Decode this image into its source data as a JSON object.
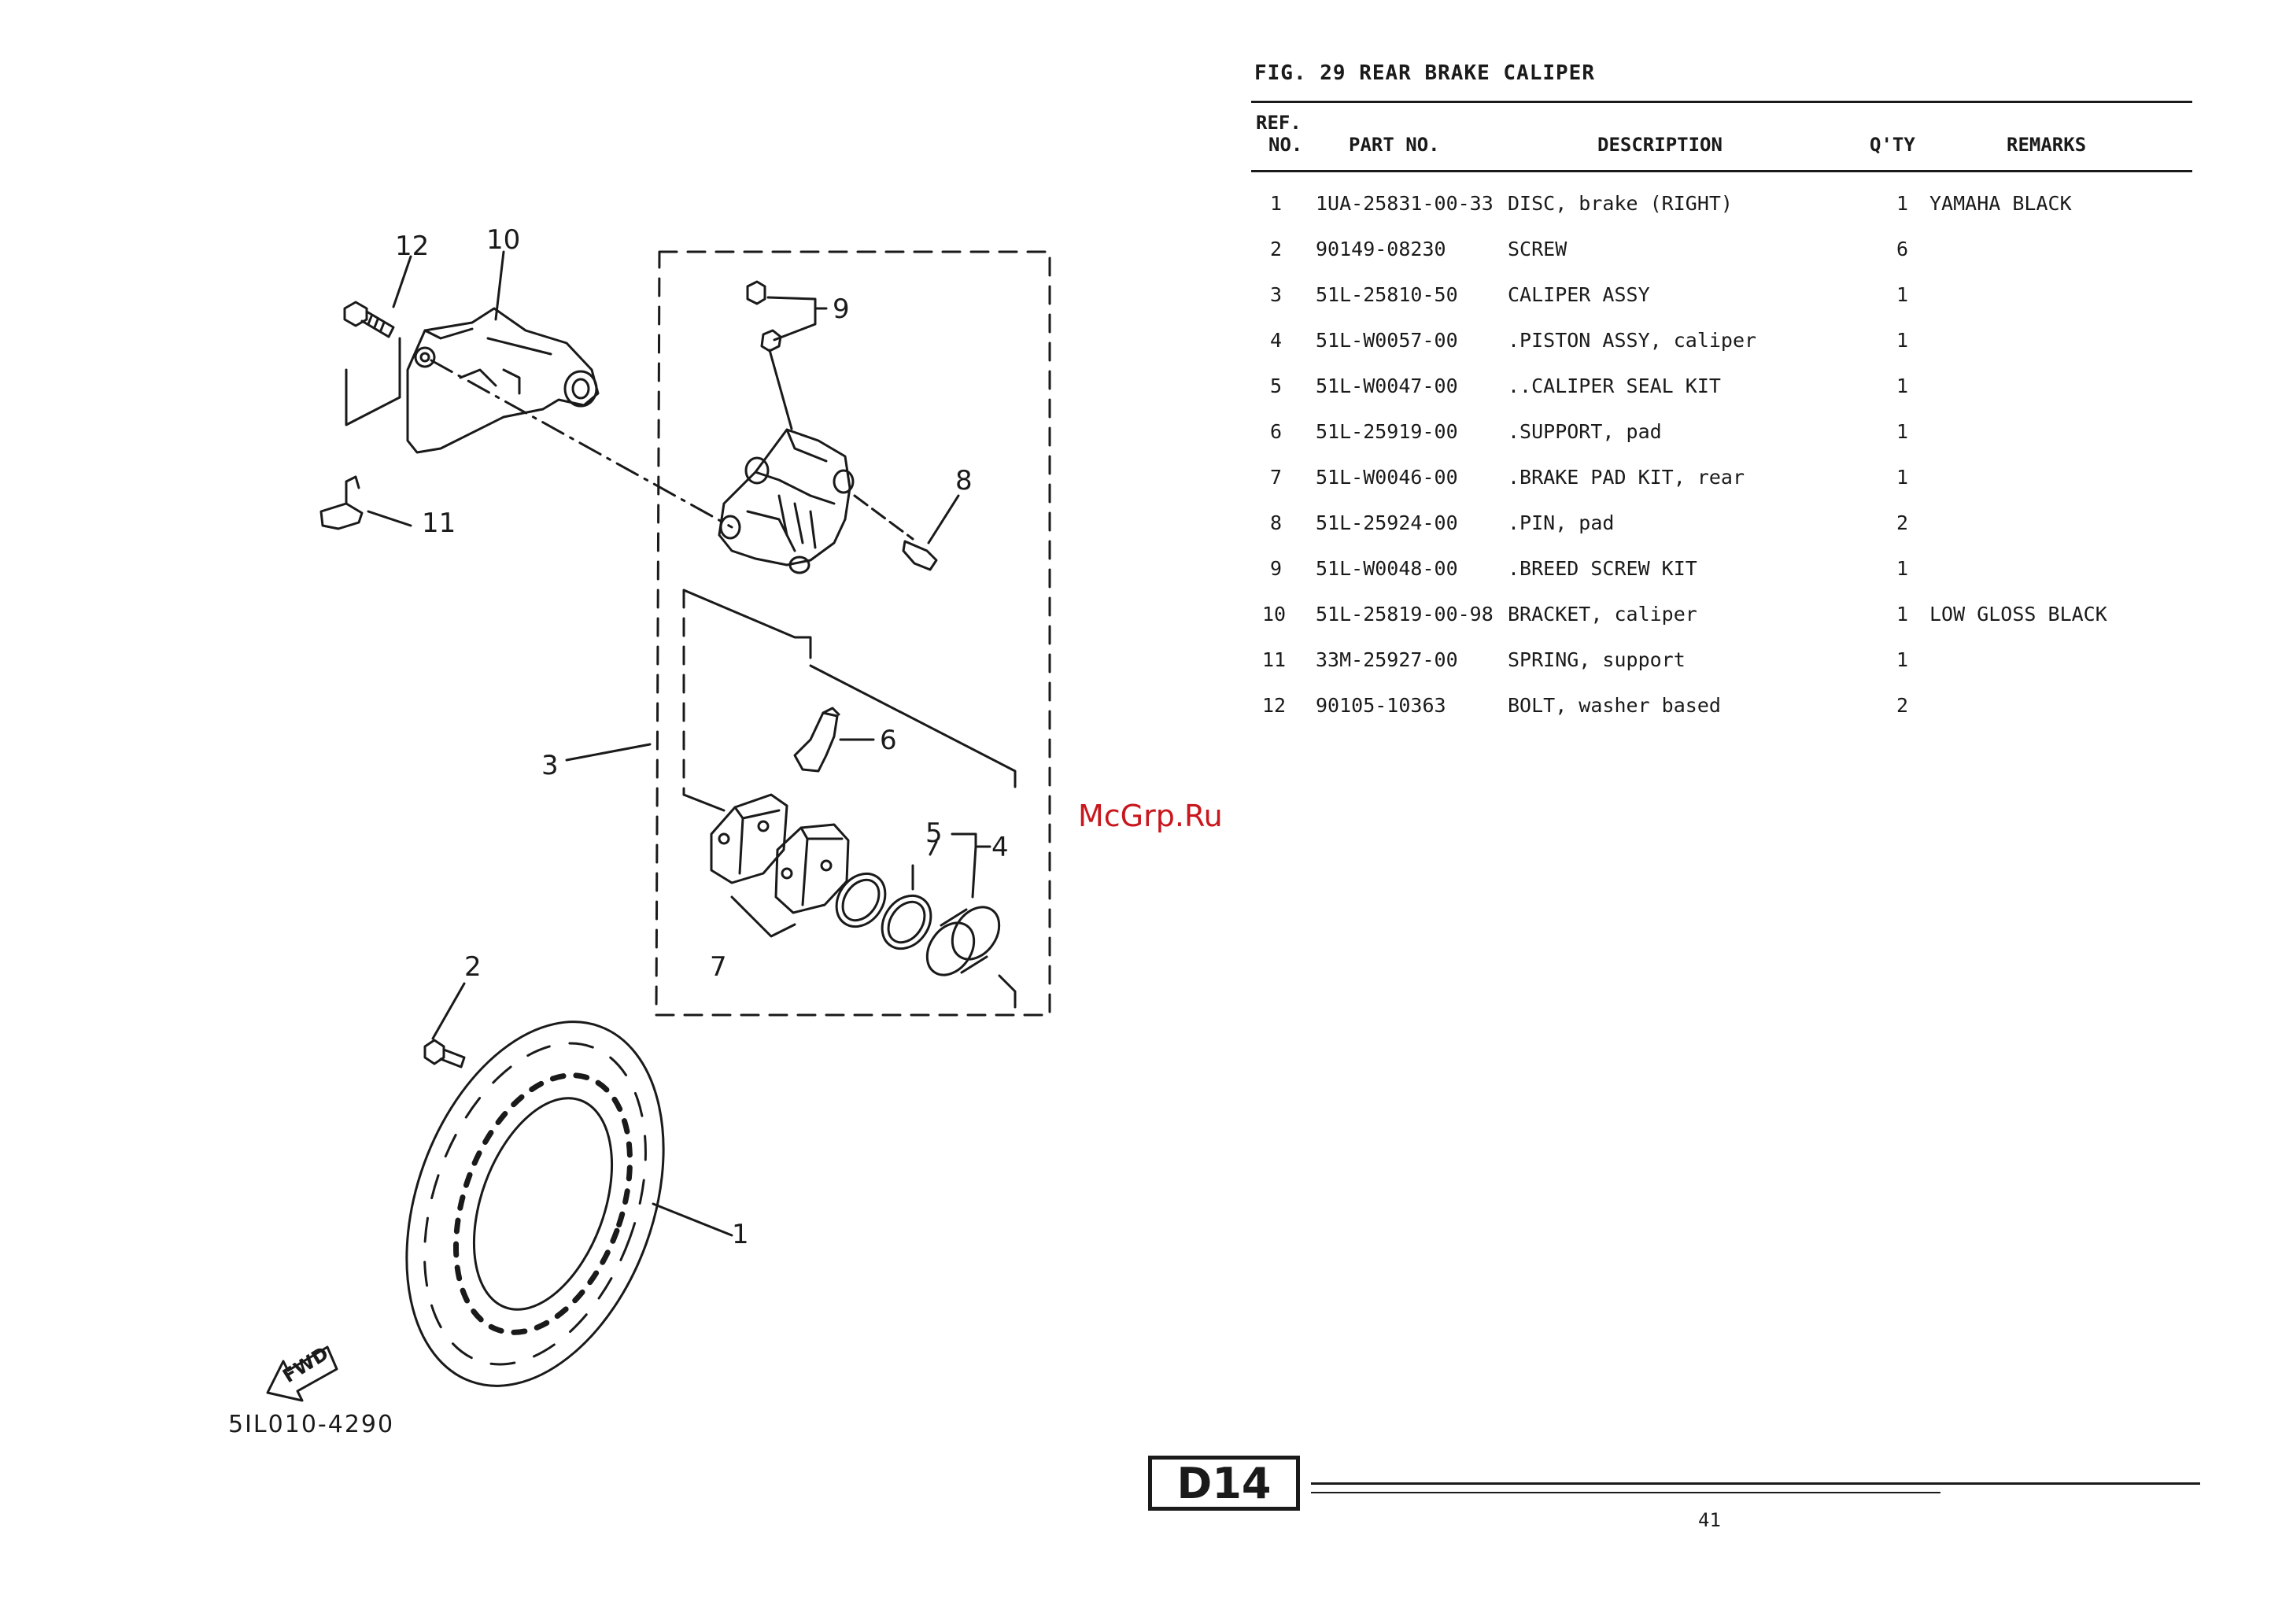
{
  "figure": {
    "title": "FIG. 29  REAR BRAKE CALIPER",
    "illustration_code": "5IL010-4290",
    "fwd_label": "FWD"
  },
  "table": {
    "headers": {
      "ref_top": "REF.",
      "ref_bottom": "NO.",
      "part_no": "PART NO.",
      "description": "DESCRIPTION",
      "qty": "Q'TY",
      "remarks": "REMARKS"
    },
    "rows": [
      {
        "ref": "1",
        "part_no": "1UA-25831-00-33",
        "description": "DISC, brake (RIGHT)",
        "qty": "1",
        "remarks": "YAMAHA BLACK"
      },
      {
        "ref": "2",
        "part_no": "90149-08230",
        "description": "SCREW",
        "qty": "6",
        "remarks": ""
      },
      {
        "ref": "3",
        "part_no": "51L-25810-50",
        "description": "CALIPER ASSY",
        "qty": "1",
        "remarks": ""
      },
      {
        "ref": "4",
        "part_no": "51L-W0057-00",
        "description": ".PISTON ASSY, caliper",
        "qty": "1",
        "remarks": ""
      },
      {
        "ref": "5",
        "part_no": "51L-W0047-00",
        "description": "..CALIPER SEAL KIT",
        "qty": "1",
        "remarks": ""
      },
      {
        "ref": "6",
        "part_no": "51L-25919-00",
        "description": ".SUPPORT, pad",
        "qty": "1",
        "remarks": ""
      },
      {
        "ref": "7",
        "part_no": "51L-W0046-00",
        "description": ".BRAKE PAD KIT, rear",
        "qty": "1",
        "remarks": ""
      },
      {
        "ref": "8",
        "part_no": "51L-25924-00",
        "description": ".PIN, pad",
        "qty": "2",
        "remarks": ""
      },
      {
        "ref": "9",
        "part_no": "51L-W0048-00",
        "description": ".BREED SCREW KIT",
        "qty": "1",
        "remarks": ""
      },
      {
        "ref": "10",
        "part_no": "51L-25819-00-98",
        "description": "BRACKET, caliper",
        "qty": "1",
        "remarks": "LOW GLOSS BLACK"
      },
      {
        "ref": "11",
        "part_no": "33M-25927-00",
        "description": "SPRING, support",
        "qty": "1",
        "remarks": ""
      },
      {
        "ref": "12",
        "part_no": "90105-10363",
        "description": "BOLT, washer based",
        "qty": "2",
        "remarks": ""
      }
    ]
  },
  "callouts": {
    "c1": "1",
    "c2": "2",
    "c3": "3",
    "c4": "4",
    "c5": "5",
    "c6": "6",
    "c7": "7",
    "c8": "8",
    "c9": "9",
    "c10": "10",
    "c11": "11",
    "c12": "12"
  },
  "watermark": "McGrp.Ru",
  "section_code": "D14",
  "page_number": "41"
}
